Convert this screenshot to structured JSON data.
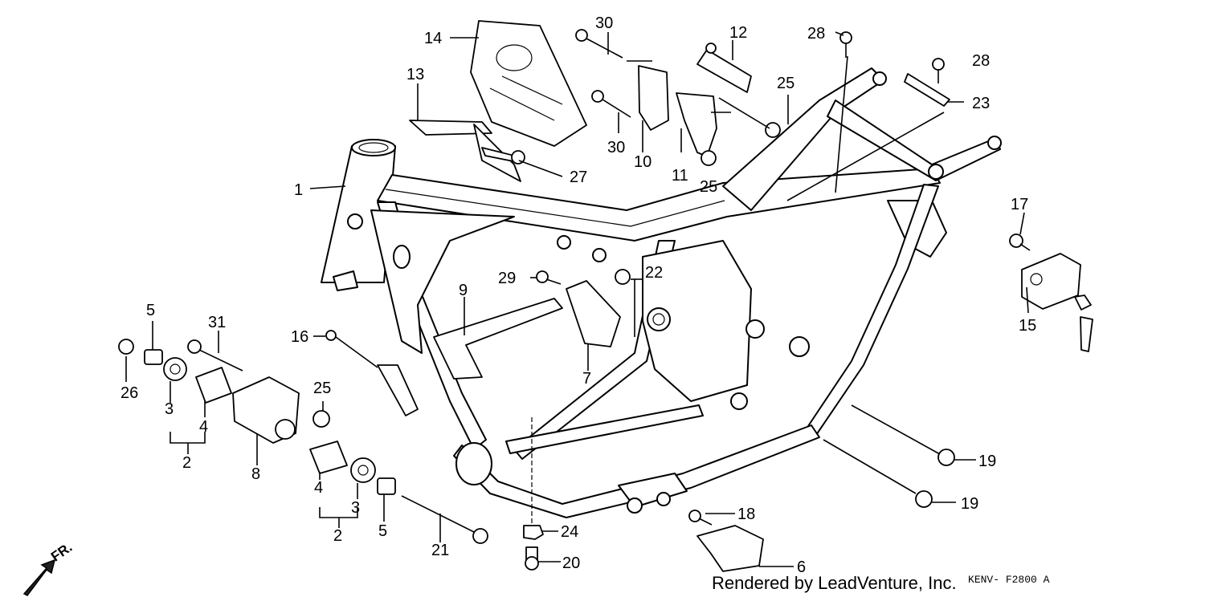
{
  "diagram": {
    "callouts": [
      {
        "id": "c1",
        "label": "1"
      },
      {
        "id": "c2a",
        "label": "2"
      },
      {
        "id": "c2b",
        "label": "2"
      },
      {
        "id": "c3a",
        "label": "3"
      },
      {
        "id": "c3b",
        "label": "3"
      },
      {
        "id": "c4a",
        "label": "4"
      },
      {
        "id": "c4b",
        "label": "4"
      },
      {
        "id": "c5a",
        "label": "5"
      },
      {
        "id": "c5b",
        "label": "5"
      },
      {
        "id": "c6",
        "label": "6"
      },
      {
        "id": "c7",
        "label": "7"
      },
      {
        "id": "c8",
        "label": "8"
      },
      {
        "id": "c9",
        "label": "9"
      },
      {
        "id": "c10",
        "label": "10"
      },
      {
        "id": "c11",
        "label": "11"
      },
      {
        "id": "c12",
        "label": "12"
      },
      {
        "id": "c13",
        "label": "13"
      },
      {
        "id": "c14",
        "label": "14"
      },
      {
        "id": "c15",
        "label": "15"
      },
      {
        "id": "c16",
        "label": "16"
      },
      {
        "id": "c17",
        "label": "17"
      },
      {
        "id": "c18",
        "label": "18"
      },
      {
        "id": "c19a",
        "label": "19"
      },
      {
        "id": "c19b",
        "label": "19"
      },
      {
        "id": "c20",
        "label": "20"
      },
      {
        "id": "c21",
        "label": "21"
      },
      {
        "id": "c22",
        "label": "22"
      },
      {
        "id": "c23",
        "label": "23"
      },
      {
        "id": "c24",
        "label": "24"
      },
      {
        "id": "c25a",
        "label": "25"
      },
      {
        "id": "c25b",
        "label": "25"
      },
      {
        "id": "c25c",
        "label": "25"
      },
      {
        "id": "c26",
        "label": "26"
      },
      {
        "id": "c27",
        "label": "27"
      },
      {
        "id": "c28a",
        "label": "28"
      },
      {
        "id": "c28b",
        "label": "28"
      },
      {
        "id": "c29",
        "label": "29"
      },
      {
        "id": "c30a",
        "label": "30"
      },
      {
        "id": "c30b",
        "label": "30"
      },
      {
        "id": "c31",
        "label": "31"
      }
    ],
    "direction_label": "FR.",
    "credit": "Rendered by LeadVenture, Inc.",
    "diagram_code": "KENV- F2800 A"
  }
}
